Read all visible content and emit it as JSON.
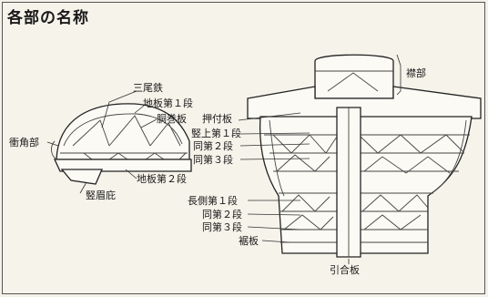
{
  "title": "各部の名称",
  "helmet": {
    "labels": {
      "sanbitetsu": "三尾鉄",
      "jiita1": "地板第１段",
      "doumakiita": "胴巻板",
      "shokakubu": "衝角部",
      "shobisoko": "竪眉庇",
      "jiita2": "地板第２段"
    }
  },
  "armor": {
    "labels": {
      "eribu": "襟部",
      "oshitsukeita": "押付板",
      "tateage1": "竪上第１段",
      "dou2_upper": "同第２段",
      "dou3_upper": "同第３段",
      "nagagawa1": "長側第１段",
      "dou2_lower": "同第２段",
      "dou3_lower": "同第３段",
      "susoita": "裾板",
      "hikiawaseita": "引合板"
    }
  }
}
